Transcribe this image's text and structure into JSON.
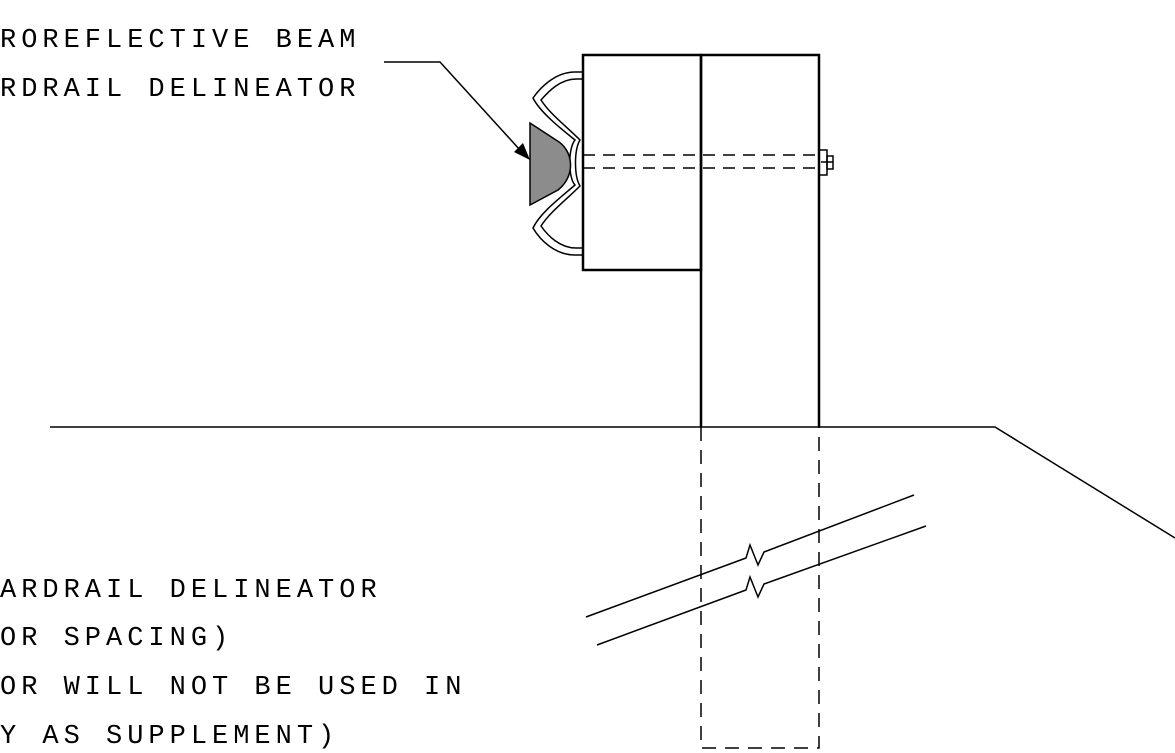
{
  "callout_top": {
    "line1": "ROREFLECTIVE BEAM",
    "line2": "RDRAIL DELINEATOR"
  },
  "notes_bottom": {
    "line1": "ARDRAIL DELINEATOR",
    "line2": "OR SPACING)",
    "line3": "OR WILL NOT BE USED IN",
    "line4": "Y AS SUPPLEMENT)"
  },
  "colors": {
    "line": "#000000",
    "delineator_fill": "#8c8c8c",
    "background": "#ffffff"
  }
}
